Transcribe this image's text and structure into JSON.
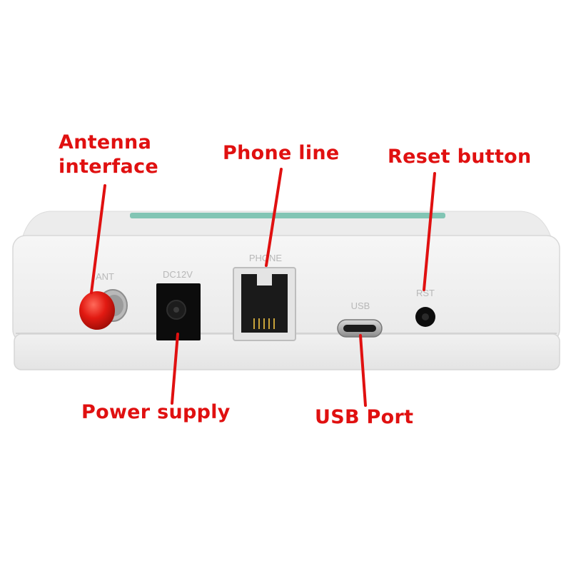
{
  "callouts": {
    "antenna": "Antenna\ninterface",
    "phone_line": "Phone line",
    "reset": "Reset button",
    "power": "Power supply",
    "usb_port": "USB Port"
  },
  "device_labels": {
    "ant": "ANT",
    "dc": "DC12V",
    "phone": "PHONE",
    "usb": "USB",
    "rst": "RST"
  },
  "colors": {
    "callout": "#e01010",
    "device_body": "#f2f2f2",
    "antenna_cap": "#e02020",
    "top_accent": "#5fb8a2"
  }
}
